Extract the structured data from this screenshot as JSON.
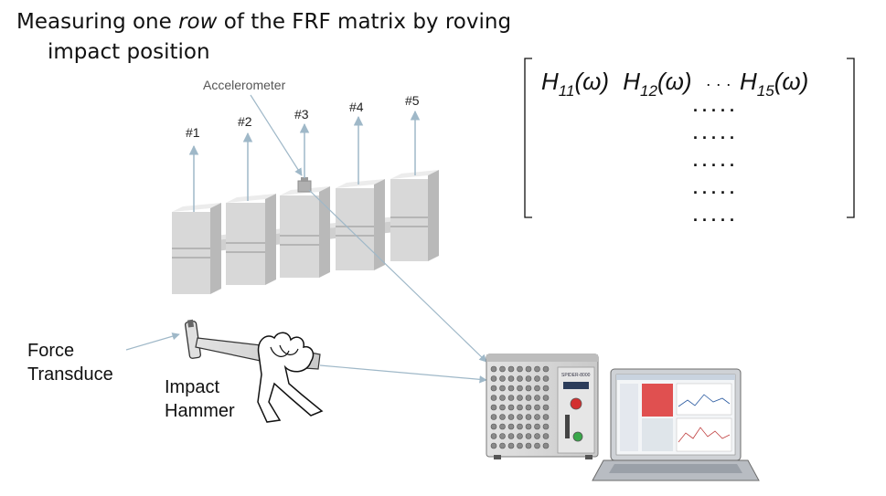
{
  "title": {
    "prefix": "Measuring one ",
    "emphasis": "row",
    "suffix": " of the FRF matrix by roving",
    "line2": "impact position"
  },
  "labels": {
    "accelerometer": "Accelerometer",
    "positions": [
      "#1",
      "#2",
      "#3",
      "#4",
      "#5"
    ],
    "force_transducer": [
      "Force",
      "Transduce"
    ],
    "impact_hammer": [
      "Impact",
      "Hammer"
    ],
    "analyzer_brand": "SPIDER-8000"
  },
  "matrix": {
    "row_terms": [
      {
        "base": "H",
        "sub": "11",
        "arg": "(ω)"
      },
      {
        "base": "H",
        "sub": "12",
        "arg": "(ω)"
      },
      {
        "base": "H",
        "sub": "15",
        "arg": "(ω)"
      }
    ],
    "row_ellipsis": "· · ·",
    "dot_rows": [
      ". . . . .",
      ". . . . .",
      ". . . . .",
      ". . . . .",
      ". . . . ."
    ]
  },
  "colors": {
    "arrow": "#9fb8c8",
    "block_front": "#d6d6d6",
    "block_top": "#ebebeb",
    "block_side": "#bdbdbd",
    "bar": "#d2d2d2",
    "screen_red": "#e05050"
  }
}
